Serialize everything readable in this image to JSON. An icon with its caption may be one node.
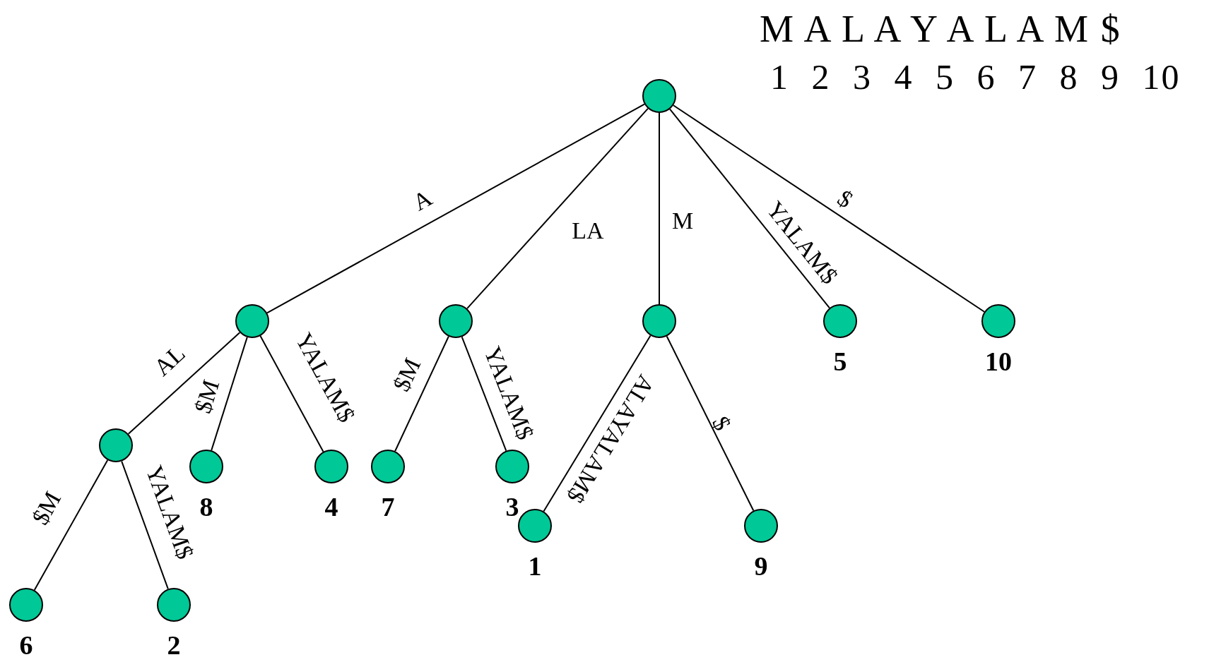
{
  "diagram": {
    "nodes": [
      {
        "text": [],
        "shape": "circle"
      },
      {
        "text": [],
        "shape": "circle"
      },
      {
        "text": [],
        "shape": "circle"
      },
      {
        "text": [],
        "shape": "circle"
      },
      {
        "text": [],
        "shape": "circle",
        "beside": [
          "5"
        ]
      },
      {
        "text": [],
        "shape": "circle",
        "beside": [
          "10"
        ]
      },
      {
        "text": [],
        "shape": "circle"
      },
      {
        "text": [],
        "shape": "circle",
        "beside": [
          "8"
        ]
      },
      {
        "text": [],
        "shape": "circle",
        "beside": [
          "4"
        ]
      },
      {
        "text": [],
        "shape": "circle",
        "beside": [
          "7"
        ]
      },
      {
        "text": [],
        "shape": "circle",
        "beside": [
          "3"
        ]
      },
      {
        "text": [],
        "shape": "circle",
        "beside": [
          "1"
        ]
      },
      {
        "text": [],
        "shape": "circle",
        "beside": [
          "9"
        ]
      },
      {
        "text": [],
        "shape": "circle",
        "beside": [
          "6"
        ]
      },
      {
        "text": [],
        "shape": "circle",
        "beside": [
          "2"
        ]
      }
    ],
    "edges": [
      {
        "from": 0,
        "to": 1,
        "arrow": "none",
        "label": "A"
      },
      {
        "from": 0,
        "to": 2,
        "arrow": "none",
        "label": "LA"
      },
      {
        "from": 0,
        "to": 3,
        "arrow": "none",
        "label": "M"
      },
      {
        "from": 0,
        "to": 4,
        "arrow": "none",
        "label": "YALAM$"
      },
      {
        "from": 0,
        "to": 5,
        "arrow": "none",
        "label": "$"
      },
      {
        "from": 1,
        "to": 6,
        "arrow": "none",
        "label": "AL"
      },
      {
        "from": 1,
        "to": 7,
        "arrow": "none",
        "label": "$M"
      },
      {
        "from": 1,
        "to": 8,
        "arrow": "none",
        "label": "YALAM$"
      },
      {
        "from": 2,
        "to": 9,
        "arrow": "none",
        "label": "$M"
      },
      {
        "from": 2,
        "to": 10,
        "arrow": "none",
        "label": "YALAM$"
      },
      {
        "from": 3,
        "to": 11,
        "arrow": "none",
        "label": "ALAYALAM$"
      },
      {
        "from": 3,
        "to": 12,
        "arrow": "none",
        "label": "$"
      },
      {
        "from": 6,
        "to": 13,
        "arrow": "none",
        "label": "$M"
      },
      {
        "from": 6,
        "to": 14,
        "arrow": "none",
        "label": "YALAM$"
      }
    ],
    "labels": [
      "M A L A Y A L A M $",
      "1 2 3 4 5 6 7 8 9 10"
    ]
  }
}
